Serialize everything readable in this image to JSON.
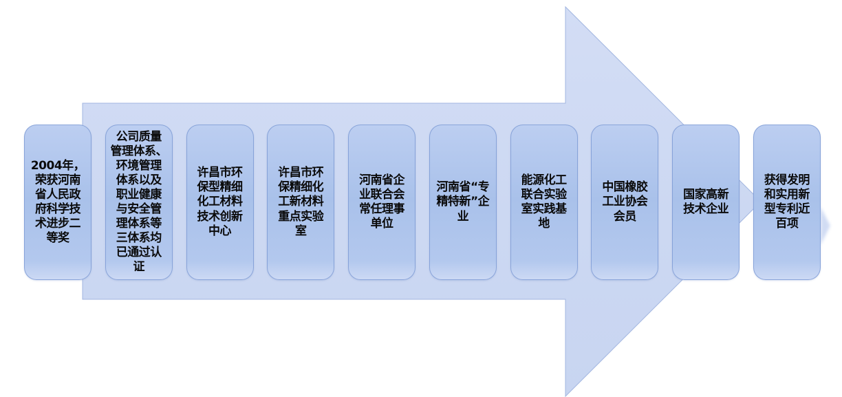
{
  "diagram": {
    "type": "process-arrow",
    "direction": "right",
    "colors": {
      "background": "#ffffff",
      "arrow_fill": "#cdd9f3",
      "arrow_fill_light": "#d3ddf5",
      "arrow_border": "#a2b6e0",
      "box_fill": "#a9c1ea",
      "box_fill_light": "#bccef1",
      "box_border": "#7b98d3",
      "text": "#0a0a0a"
    },
    "boxes": [
      {
        "label": "2004年，\n荣获河南\n省人民政\n府科学技\n术进步二\n等奖"
      },
      {
        "label": "公司质量\n管理体系、\n环境管理\n体系以及\n职业健康\n与安全管\n理体系等\n三体系均\n已通过认\n证"
      },
      {
        "label": "许昌市环\n保型精细\n化工材料\n技术创新\n中心"
      },
      {
        "label": "许昌市环\n保精细化\n工新材料\n重点实验\n室"
      },
      {
        "label": "河南省企\n业联合会\n常任理事\n单位"
      },
      {
        "label": "河南省“专\n精特新”企\n业"
      },
      {
        "label": "能源化工\n联合实验\n室实践基\n地"
      },
      {
        "label": "中国橡胶\n工业协会\n会员"
      },
      {
        "label": "国家高新\n技术企业"
      },
      {
        "label": "获得发明\n和实用新\n型专利近\n百项"
      }
    ]
  }
}
